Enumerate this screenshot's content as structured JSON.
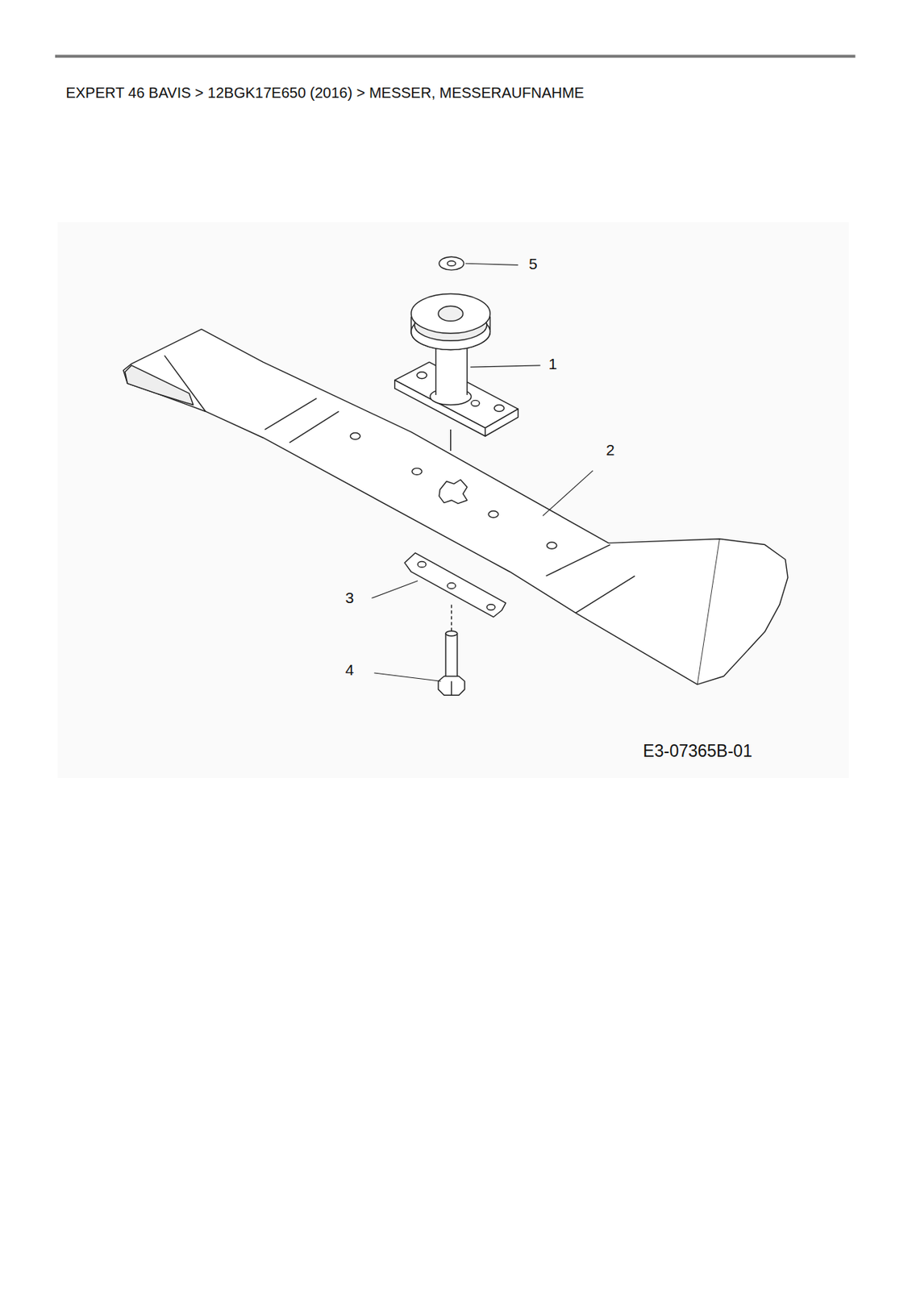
{
  "diagram": {
    "title": "EXPERT 46 BAVIS > 12BGK17E650 (2016) > MESSER, MESSERAUFNAHME",
    "labels": [
      "5",
      "1",
      "2",
      "3",
      "4",
      "E3-07365B-01"
    ]
  }
}
